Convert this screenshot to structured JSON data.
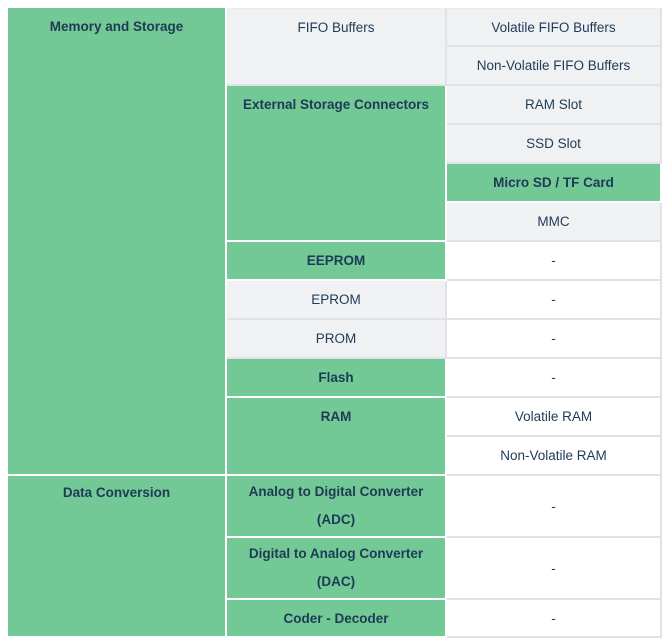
{
  "colors": {
    "page_background": "#ffffff",
    "highlight": "#73c995",
    "muted_bg": "#f0f1f3",
    "text": "#1e3a56",
    "border": "#e0e2e5"
  },
  "table": {
    "categories": [
      {
        "label": "Memory and Storage"
      },
      {
        "label": "Data Conversion"
      }
    ],
    "subcategories": [
      {
        "label": "FIFO Buffers"
      },
      {
        "label": "External Storage Connectors"
      },
      {
        "label": "EEPROM"
      },
      {
        "label": "EPROM"
      },
      {
        "label": "PROM"
      },
      {
        "label": "Flash"
      },
      {
        "label": "RAM"
      },
      {
        "label_line1": "Analog to Digital Converter",
        "label_line2": "(ADC)"
      },
      {
        "label_line1": "Digital to Analog Converter",
        "label_line2": "(DAC)"
      },
      {
        "label": "Coder - Decoder"
      }
    ],
    "items": [
      {
        "label": "Volatile FIFO Buffers"
      },
      {
        "label": "Non-Volatile FIFO Buffers"
      },
      {
        "label": "RAM Slot"
      },
      {
        "label": "SSD Slot"
      },
      {
        "label": "Micro SD / TF Card"
      },
      {
        "label": "MMC"
      },
      {
        "label": "-"
      },
      {
        "label": "-"
      },
      {
        "label": "-"
      },
      {
        "label": "-"
      },
      {
        "label": "Volatile RAM"
      },
      {
        "label": "Non-Volatile RAM"
      },
      {
        "label": "-"
      },
      {
        "label": "-"
      },
      {
        "label": "-"
      }
    ]
  }
}
